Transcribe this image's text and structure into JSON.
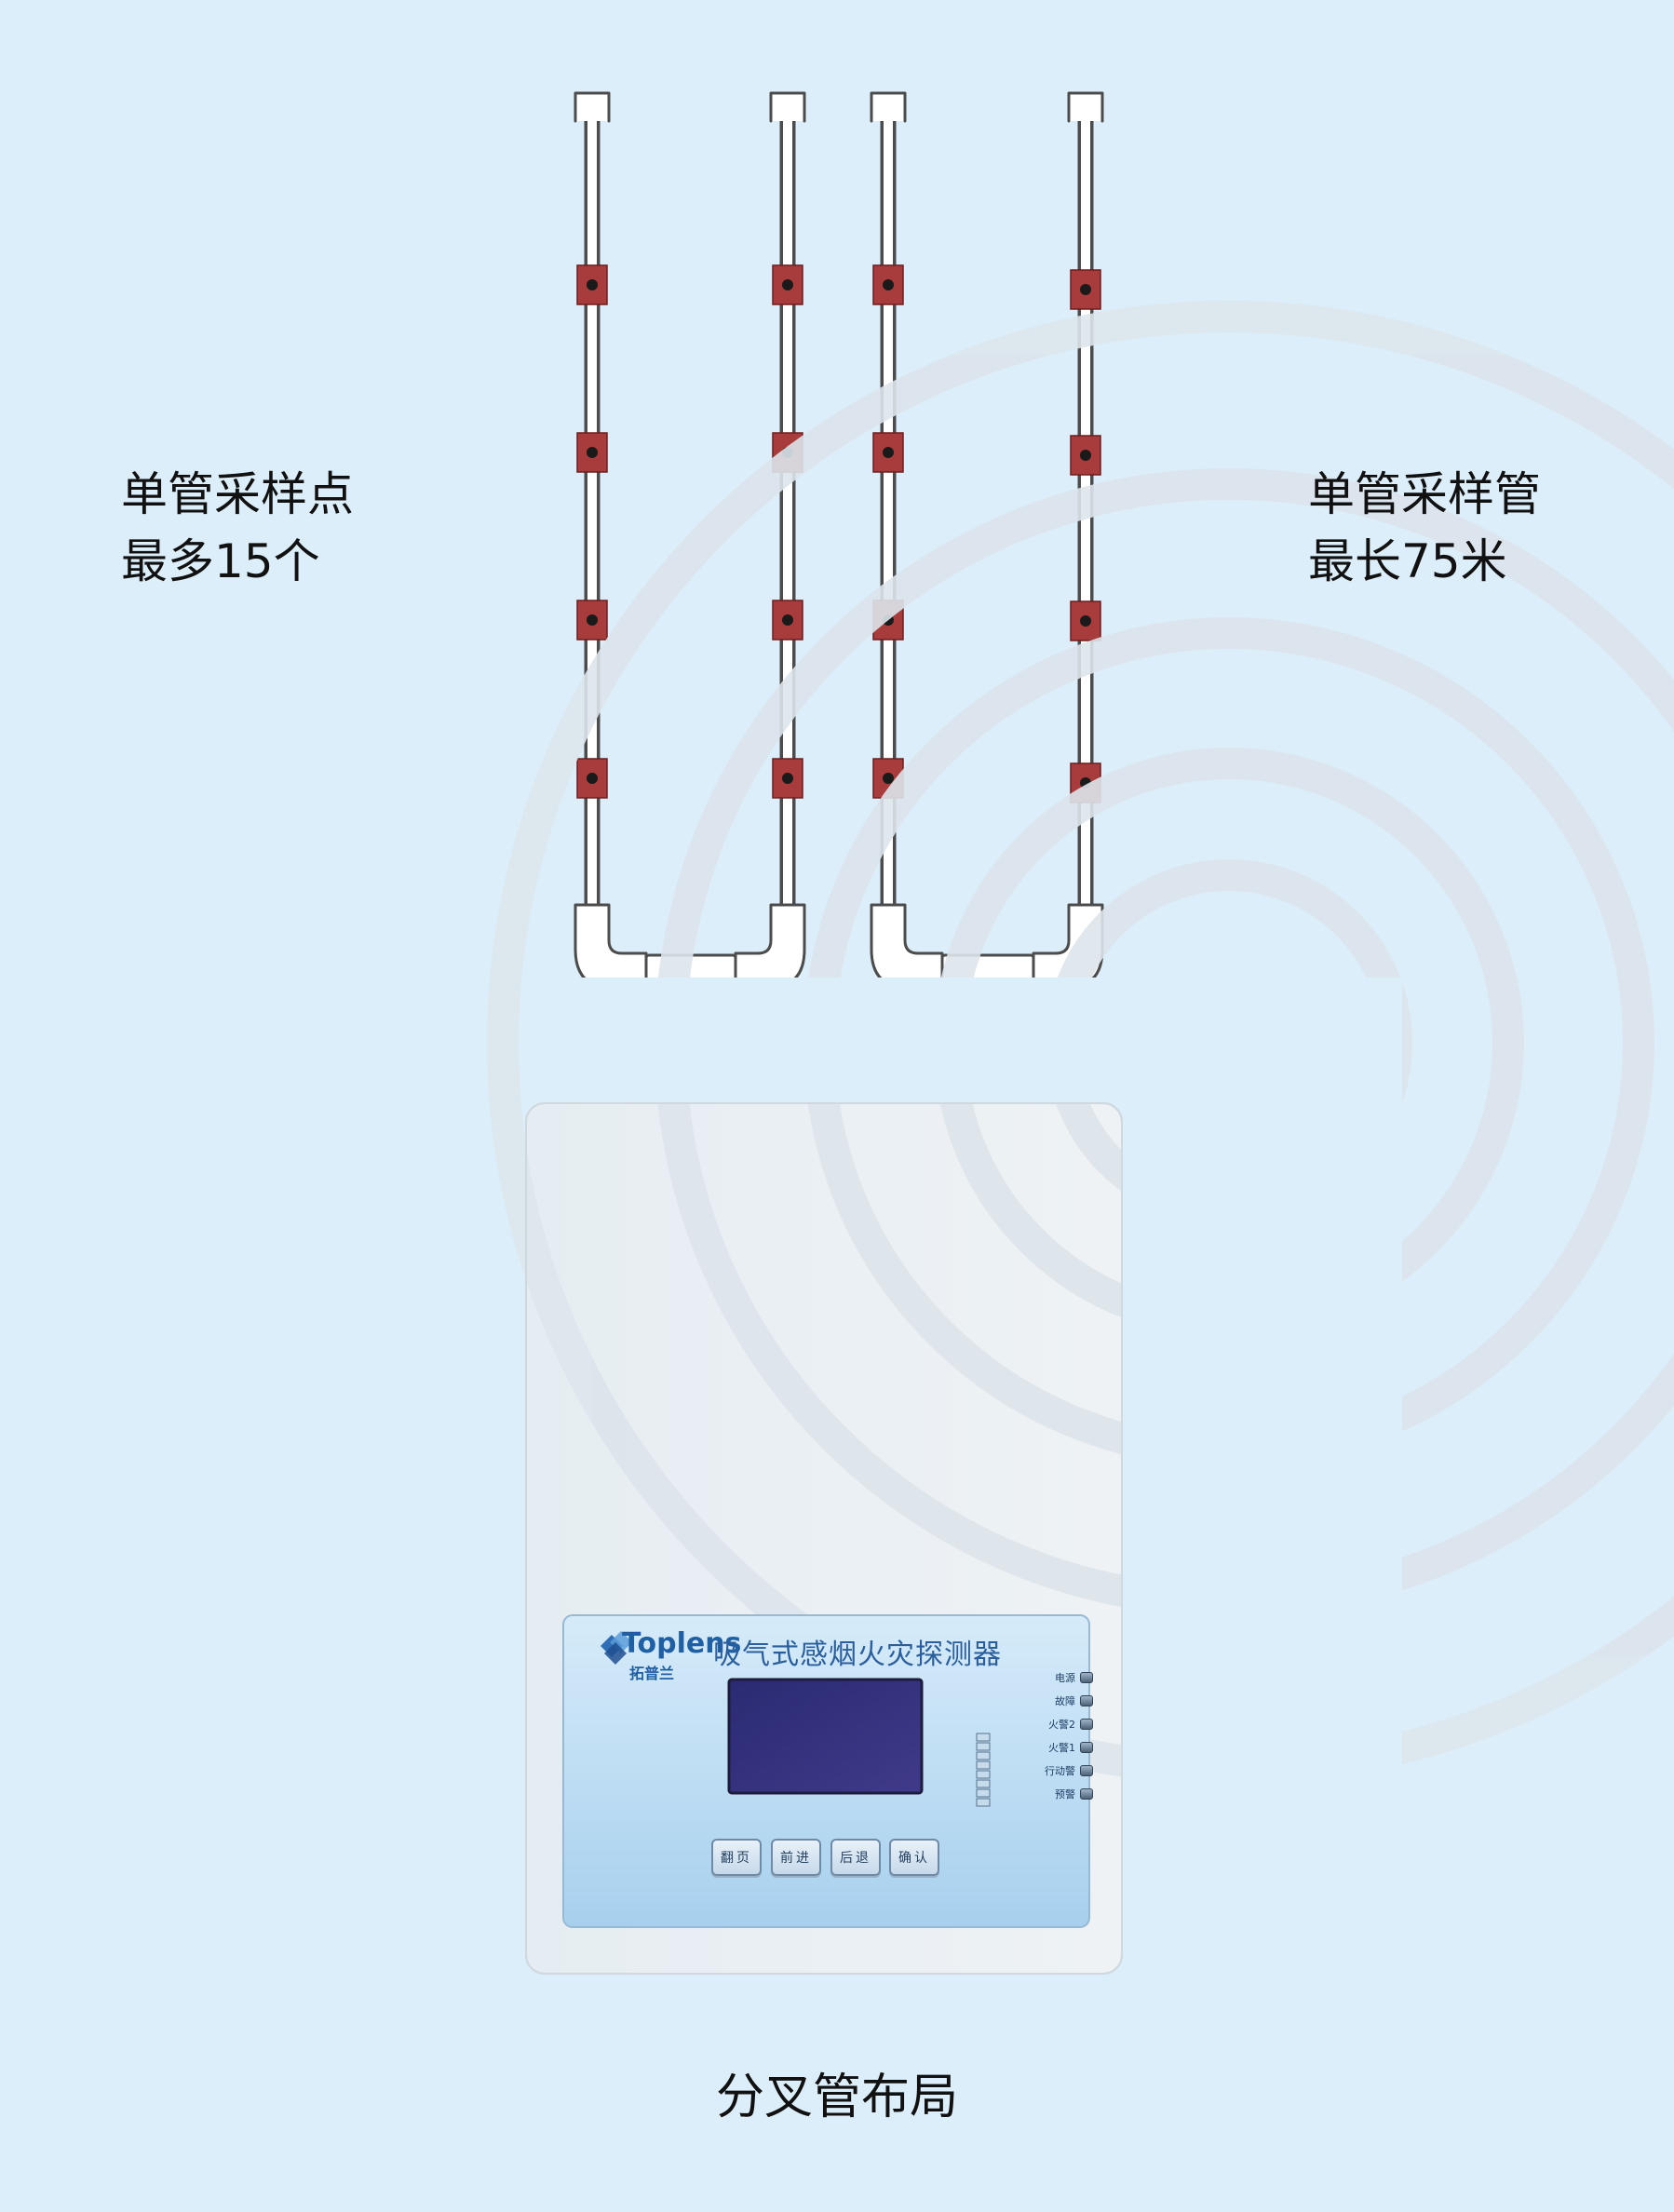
{
  "captions": {
    "left_line1": "单管采样点",
    "left_line2": "最多15个",
    "right_line1": "单管采样管",
    "right_line2": "最长75米",
    "bottom": "分叉管布局"
  },
  "device": {
    "brand_en": "Toplens",
    "brand_cn": "拓普兰",
    "product_name": "吸气式感烟火灾探测器",
    "indicators": [
      {
        "label": "电源"
      },
      {
        "label": "故障"
      },
      {
        "label": "火警2"
      },
      {
        "label": "火警1"
      },
      {
        "label": "行动警"
      },
      {
        "label": "预警"
      }
    ],
    "buttons": [
      {
        "label": "翻页"
      },
      {
        "label": "前进"
      },
      {
        "label": "后退"
      },
      {
        "label": "确认"
      }
    ]
  },
  "colors": {
    "background": "#dceefa",
    "sampling_hole": "#a83c3c",
    "panel_blue": "#a9d3ef"
  }
}
